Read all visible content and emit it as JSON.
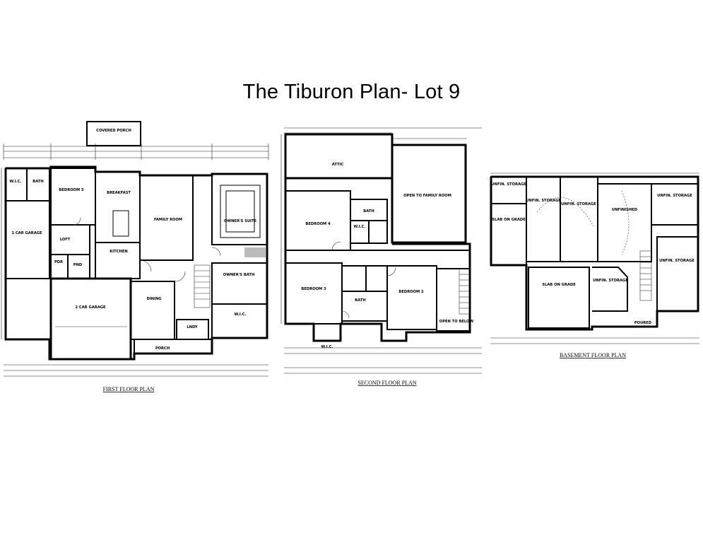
{
  "title": "The Tiburon Plan-  Lot 9",
  "plans": {
    "first": {
      "caption": "FIRST FLOOR PLAN",
      "rooms": {
        "covered_porch": "COVERED PORCH",
        "bath_left": "BATH",
        "wic": "W.I.C.",
        "bedroom5": "BEDROOM 5",
        "breakfast": "BREAKFAST",
        "family_room": "FAMILY ROOM",
        "owners_suite": "OWNER'S SUITE",
        "one_car_garage": "1 CAR GARAGE",
        "loft": "LOFT",
        "kitchen": "KITCHEN",
        "pdr": "PDR",
        "pnd": "PND",
        "owners_bath": "OWNER'S BATH",
        "two_car_garage": "2 CAR GARAGE",
        "dining": "DINING",
        "porch": "PORCH",
        "laundry": "LNDY",
        "wic2": "W.I.C."
      }
    },
    "second": {
      "caption": "SECOND FLOOR PLAN",
      "rooms": {
        "attic": "ATTIC",
        "open_family": "OPEN TO FAMILY ROOM",
        "bedroom4": "BEDROOM 4",
        "bath_top": "BATH",
        "wic": "W.I.C.",
        "bedroom3": "BEDROOM 3",
        "bath_mid": "BATH",
        "bedroom2": "BEDROOM 2",
        "open_below": "OPEN TO BELOW",
        "wic_bottom": "W.I.C."
      }
    },
    "basement": {
      "caption": "BASEMENT FLOOR PLAN",
      "rooms": {
        "unfin_storage1": "UNFIN. STORAGE",
        "unfin_storage2": "UNFIN. STORAGE",
        "unfin_storage3": "UNFIN. STORAGE",
        "unfinished": "UNFINISHED",
        "unfin_storage4": "UNFIN. STORAGE",
        "slab_garage1": "SLAB ON GRADE",
        "slab_garage2": "SLAB ON GRADE",
        "unfin_storage5": "UNFIN. STORAGE",
        "unfin_storage6": "UNFIN. STORAGE",
        "poured": "POURED"
      }
    }
  }
}
